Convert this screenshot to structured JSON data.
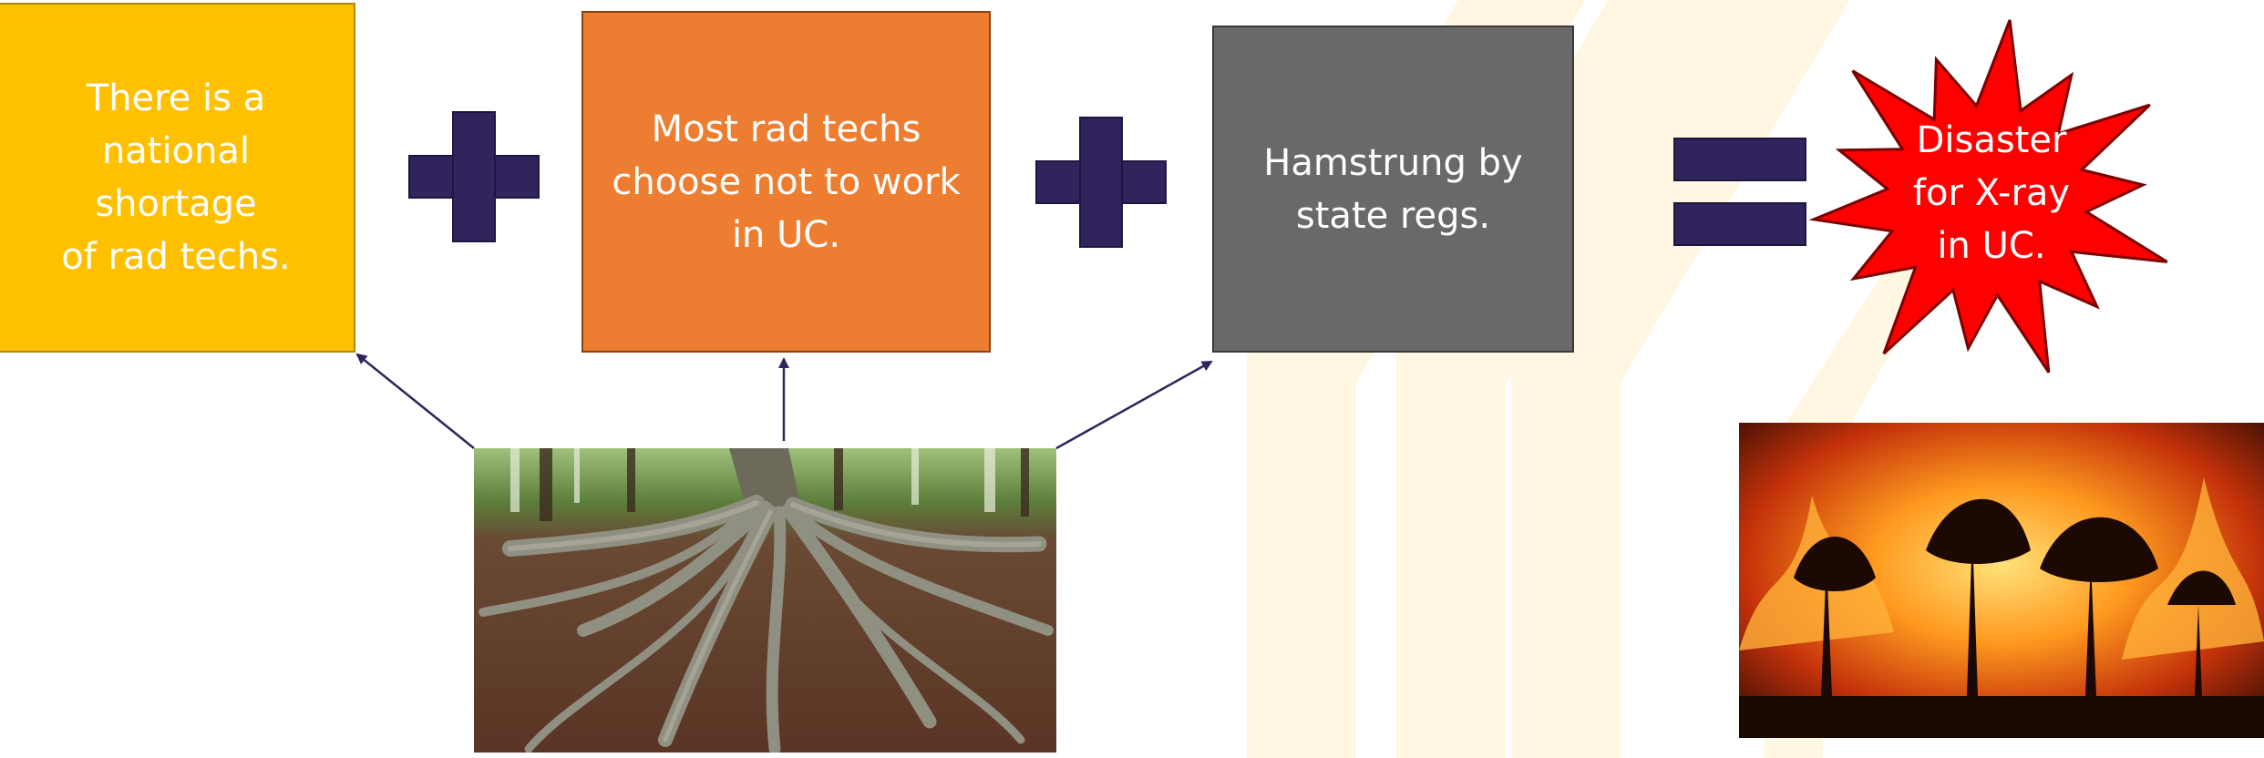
{
  "boxes": [
    {
      "text": "There is a\nnational shortage\nof rad techs.",
      "color": "#FFC000"
    },
    {
      "text": "Most rad techs\nchoose not to work\nin UC.",
      "color": "#ED7D31"
    },
    {
      "text": "Hamstrung by\nstate regs.",
      "color": "#696969"
    }
  ],
  "result": {
    "text": "Disaster\nfor X-ray\nin UC.",
    "color": "#FF0000"
  },
  "operator_color": "#31245C",
  "images": [
    {
      "icon": "tree-roots-photo"
    },
    {
      "icon": "wildfire-photo"
    }
  ]
}
